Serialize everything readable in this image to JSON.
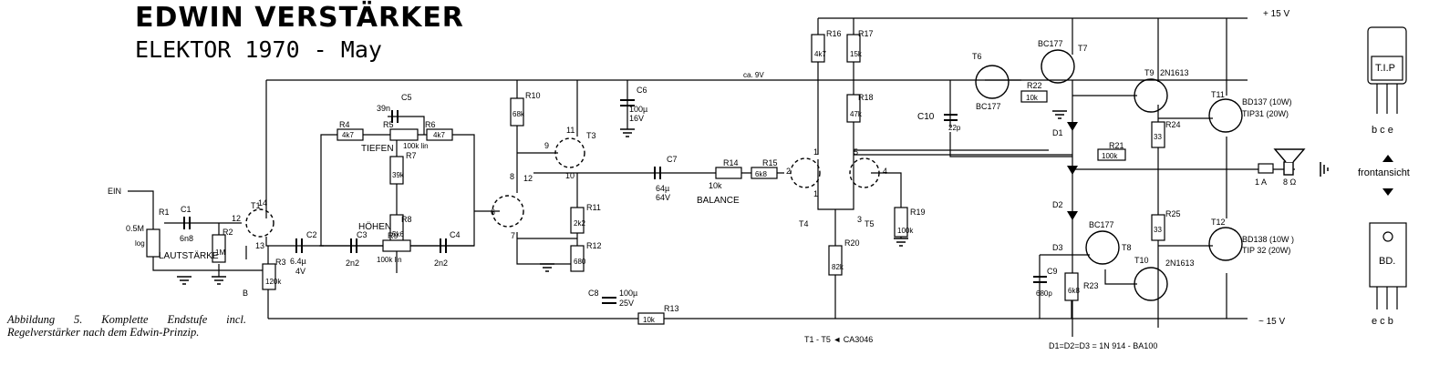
{
  "header": {
    "title": "EDWIN VERSTÄRKER",
    "subtitle": "ELEKTOR 1970 - May"
  },
  "caption": "Abbildung 5. Komplette Endstufe incl. Regelverstärker nach dem Edwin-Prinzip.",
  "rails": {
    "plus15": "+ 15 V",
    "minus15": "~ 15 V",
    "ca9v": "ca. 9V"
  },
  "input": {
    "ein": "EIN",
    "b": "B",
    "lautstaerke": "LAUTSTÄRKE",
    "r1_value": "0.5M",
    "r1_taper": "log"
  },
  "controls": {
    "tiefen": "TIEFEN",
    "hoehen": "HÖHEN",
    "balance": "BALANCE",
    "lin1": "100k lin",
    "lin2": "100k lin"
  },
  "components": {
    "R1": "R1",
    "R2": "R2",
    "R3": "R3",
    "R4": "R4",
    "R5": "R5",
    "R6": "R6",
    "R7": "R7",
    "R8": "R8",
    "R9": "R9",
    "R10": "R10",
    "R11": "R11",
    "R12": "R12",
    "R13": "R13",
    "R14": "R14",
    "R15": "R15",
    "R16": "R16",
    "R17": "R17",
    "R18": "R18",
    "R19": "R19",
    "R20": "R20",
    "R21": "R21",
    "R22": "R22",
    "R23": "R23",
    "R24": "R24",
    "R25": "R25",
    "C1": "C1",
    "C2": "C2",
    "C3": "C3",
    "C4": "C4",
    "C5": "C5",
    "C6": "C6",
    "C7": "C7",
    "C8": "C8",
    "C9": "C9",
    "C10": "C10",
    "T1": "T1",
    "T3": "T3",
    "T4": "T4",
    "T5": "T5",
    "T6": "T6",
    "T7": "T7",
    "T8": "T8",
    "T9": "T9",
    "T10": "T10",
    "T11": "T11",
    "T12": "T12",
    "D1": "D1",
    "D2": "D2",
    "D3": "D3"
  },
  "values": {
    "c1": "6n8",
    "r2": "1M",
    "c2": "6.4µ",
    "c2v": "4V",
    "r3": "120k",
    "c3": "2n2",
    "c4": "2n2",
    "r4": "4k7",
    "c5": "39n",
    "r6": "4k7",
    "r7": "39k",
    "r8": "5k6",
    "r10": "68k",
    "r11": "2k2",
    "r12": "680",
    "c6a": "100µ",
    "c6b": "16V",
    "c7a": "64µ",
    "c7b": "64V",
    "r14": "10k",
    "r15": "6k8",
    "r16": "4k7",
    "r17": "15k",
    "r18": "47k",
    "r19": "100k",
    "r20": "82k",
    "c8a": "100µ",
    "c8b": "25V",
    "r13": "10k",
    "c10": "22p",
    "r22": "10k",
    "r21": "100k",
    "r24": "33",
    "r25": "33",
    "r23": "6k8",
    "c9": "680p",
    "fuse": "1  A",
    "speaker": "8 Ω"
  },
  "transistors": {
    "t6_type": "BC177",
    "t7_type": "BC177",
    "t8_type": "BC177",
    "t9_type": "2N1613",
    "t10_type": "2N1613",
    "t11_a": "BD137  (10W)",
    "t11_b": "TIP31  (20W)",
    "t12_a": "BD138  (10W )",
    "t12_b": "TIP 32  (20W)"
  },
  "pins": {
    "p14": "14",
    "p12a": "12",
    "p13": "13",
    "p11": "11",
    "p9": "9",
    "p8": "8",
    "p6": "6",
    "p10": "10",
    "p7": "7",
    "p1a": "1",
    "p2": "2",
    "p5": "5",
    "p4": "4",
    "p1b": "1",
    "p3": "3",
    "p12b": "12"
  },
  "notes": {
    "array": "T1 - T5 ◄ CA3046",
    "diodes": "D1=D2=D3 = 1N 914 - BA100"
  },
  "packages": {
    "tip": "T.I.P",
    "tip_pins": "b c e",
    "frontansicht": "frontansicht",
    "bd": "BD.",
    "bd_pins": "e c b"
  }
}
